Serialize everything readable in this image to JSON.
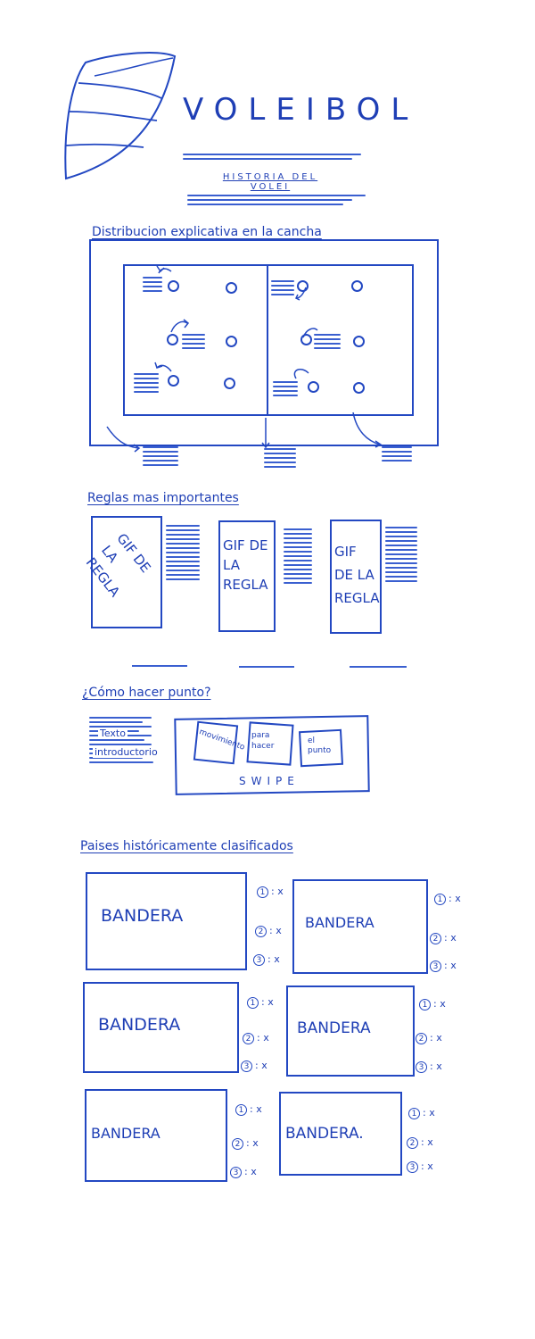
{
  "header": {
    "title": "VOLEIBOL",
    "history_link": "HISTORIA DEL VOLEI"
  },
  "court_section": {
    "heading": "Distribucion explicativa en la cancha"
  },
  "rules_section": {
    "heading": "Reglas mas importantes",
    "cards": [
      {
        "label": "GIF DE LA REGLA"
      },
      {
        "label": "GIF DE LA REGLA"
      },
      {
        "label": "GIF DE LA REGLA"
      }
    ]
  },
  "point_section": {
    "heading": "¿Cómo hacer punto?",
    "intro": [
      "Texto",
      "introductorio"
    ],
    "slides": [
      "movimiento",
      "para hacer",
      "el punto"
    ],
    "swipe_label": "SWIPE"
  },
  "countries_section": {
    "heading": "Paises históricamente clasificados",
    "flags": [
      {
        "label": "BANDERA",
        "medals": [
          "1",
          "2",
          "3"
        ]
      },
      {
        "label": "BANDERA",
        "medals": [
          "1",
          "2",
          "3"
        ]
      },
      {
        "label": "BANDERA",
        "medals": [
          "1",
          "2",
          "3"
        ]
      },
      {
        "label": "BANDERA",
        "medals": [
          "1",
          "2",
          "3"
        ]
      },
      {
        "label": "BANDERA",
        "medals": [
          "1",
          "2",
          "3"
        ]
      },
      {
        "label": "BANDERA.",
        "medals": [
          "1",
          "2",
          "3"
        ]
      }
    ],
    "medal_suffix": ": x"
  },
  "colors": {
    "ink": "#1f3fb5",
    "background": "#ffffff"
  }
}
